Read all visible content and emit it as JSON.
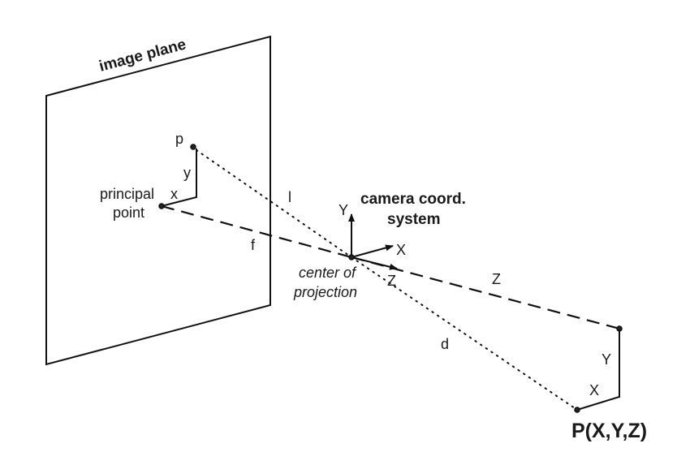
{
  "diagram": {
    "type": "pinhole camera projection model",
    "labels": {
      "image_plane": "image plane",
      "p": "p",
      "y_small": "y",
      "x_small": "x",
      "principal_point_line1": "principal",
      "principal_point_line2": "point",
      "l": "l",
      "f": "f",
      "camera_axis_Y": "Y",
      "camera_axis_X": "X",
      "camera_axis_Z": "Z",
      "camera_coord_line1": "camera coord.",
      "camera_coord_line2": "system",
      "center_line1": "center of",
      "center_line2": "projection",
      "Z_distance": "Z",
      "d": "d",
      "Y_big": "Y",
      "X_big": "X",
      "P": "P(X,Y,Z)"
    },
    "line_styles": {
      "optical_axis": "dashed",
      "projection_ray": "dotted",
      "coordinate_offsets": "solid"
    },
    "colors": {
      "stroke": "#111111",
      "text": "#1a1a1a",
      "background": "#ffffff"
    }
  }
}
